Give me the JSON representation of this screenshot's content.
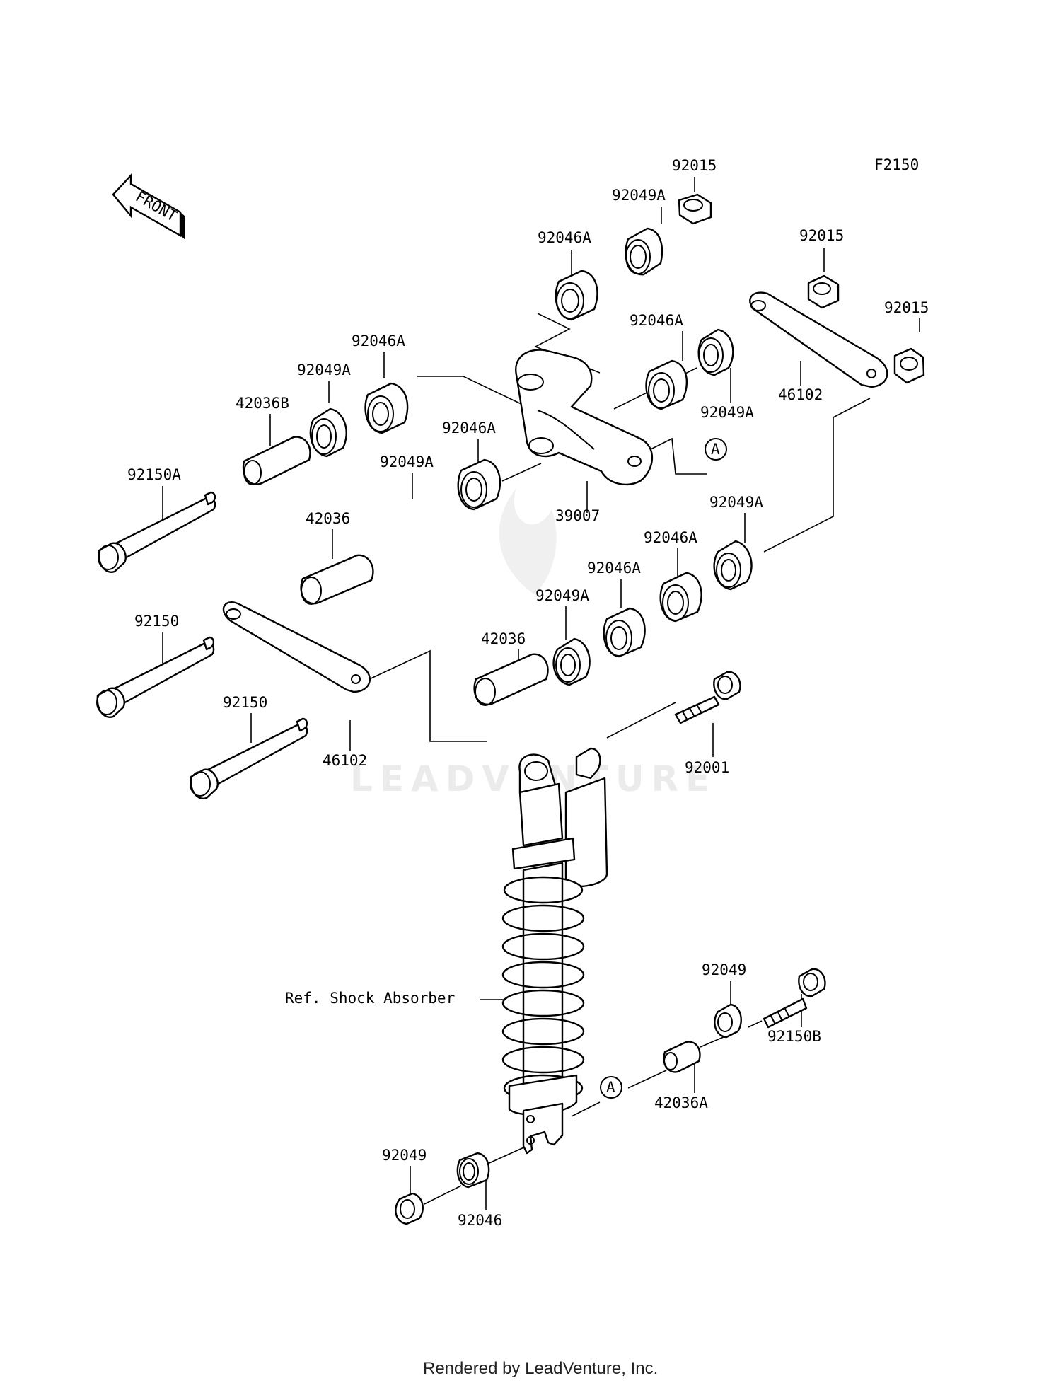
{
  "figure_code": "F2150",
  "front_arrow_label": "FRONT",
  "watermark": "LEADVENTURE",
  "footer": "Rendered by LeadVenture, Inc.",
  "callout_marker": "A",
  "parts": {
    "p92015_top": "92015",
    "p92049A_top": "92049A",
    "p92046A_top": "92046A",
    "p92015_mid": "92015",
    "p92015_right": "92015",
    "p92046A_rb": "92046A",
    "p92049A_rb": "92049A",
    "p46102_upper": "46102",
    "p92046A_ul": "92046A",
    "p92049A_ul": "92049A",
    "p42036B": "42036B",
    "p92046A_c": "92046A",
    "p92049A_c": "92049A",
    "p39007": "39007",
    "p92150A": "92150A",
    "p42036_upper": "42036",
    "p92049A_r": "92049A",
    "p92046A_r": "92046A",
    "p92046A_r2": "92046A",
    "p92049A_r2": "92049A",
    "p92150_a": "92150",
    "p42036_lower": "42036",
    "p92150_b": "92150",
    "p46102_lower": "46102",
    "p92001": "92001",
    "ref_shock": "Ref. Shock Absorber",
    "p92049_right": "92049",
    "p92150B": "92150B",
    "p42036A": "42036A",
    "p92049_left": "92049",
    "p92046_bottom": "92046"
  }
}
